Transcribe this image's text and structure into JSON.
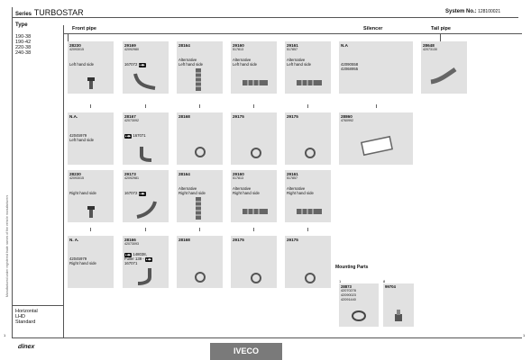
{
  "sidebar_note": "Manufactured under registered trade names of the vehicle manufacturers",
  "header": {
    "series_label": "Series",
    "series_value": "TURBOSTAR",
    "system_label": "System No.:",
    "system_value": "128100021"
  },
  "type_heading": "Type",
  "types": [
    "190-38",
    "190-42",
    "220-38",
    "240-38"
  ],
  "sections": {
    "front": "Front pipe",
    "silencer": "Silencer",
    "tail": "Tail pipe"
  },
  "rows": [
    [
      {
        "code": "28230",
        "sub": "42093015",
        "l1": "",
        "l2": "Left hand side",
        "l3": ""
      },
      {
        "code": "29169",
        "sub": "42092980",
        "l1": "",
        "l2": "167072",
        "l3": ""
      },
      {
        "code": "28164",
        "sub": "",
        "l1": "Alternative",
        "l2": "Left hand side",
        "l3": ""
      },
      {
        "code": "29160",
        "sub": "517813",
        "l1": "Alternative",
        "l2": "Left hand side",
        "l3": ""
      },
      {
        "code": "29161",
        "sub": "517857",
        "l1": "Alternative",
        "l2": "Left hand side",
        "l3": ""
      },
      {
        "code": "N.A",
        "sub": "",
        "l1": "",
        "l2": "42090558",
        "l3": "42068955"
      },
      {
        "code": "28648",
        "sub": "42073130",
        "l1": "",
        "l2": "",
        "l3": ""
      }
    ],
    [
      {
        "code": "N.A.",
        "sub": "",
        "l1": "",
        "l2": "42045979",
        "l3": "Left hand side"
      },
      {
        "code": "28167",
        "sub": "42073092",
        "l1": "",
        "l2": "167071",
        "l3": ""
      },
      {
        "code": "28168",
        "sub": "",
        "l1": "",
        "l2": "",
        "l3": ""
      },
      {
        "code": "29175",
        "sub": "",
        "l1": "",
        "l2": "",
        "l3": ""
      },
      {
        "code": "29175",
        "sub": "",
        "l1": "",
        "l2": "",
        "l3": ""
      },
      {
        "code": "28860",
        "sub": "4760992",
        "l1": "",
        "l2": "",
        "l3": ""
      }
    ],
    [
      {
        "code": "28230",
        "sub": "42093015",
        "l1": "",
        "l2": "Right hand side",
        "l3": ""
      },
      {
        "code": "29173",
        "sub": "42092981",
        "l1": "",
        "l2": "167072",
        "l3": ""
      },
      {
        "code": "28164",
        "sub": "",
        "l1": "Alternative",
        "l2": "Right hand side",
        "l3": ""
      },
      {
        "code": "29160",
        "sub": "517813",
        "l1": "Alternative",
        "l2": "Right hand side",
        "l3": ""
      },
      {
        "code": "29161",
        "sub": "517857",
        "l1": "Alternative",
        "l2": "Right hand side",
        "l3": ""
      }
    ],
    [
      {
        "code": "N. A.",
        "sub": "",
        "l1": "",
        "l2": "42045979",
        "l3": "Right hand side"
      },
      {
        "code": "28166",
        "sub": "42073093",
        "l1": "148038,",
        "l2": "Fuller 139 -",
        "l3": "167071"
      },
      {
        "code": "28168",
        "sub": "",
        "l1": "",
        "l2": "",
        "l3": ""
      },
      {
        "code": "29175",
        "sub": "",
        "l1": "",
        "l2": "",
        "l3": ""
      },
      {
        "code": "29175",
        "sub": "",
        "l1": "",
        "l2": "",
        "l3": ""
      }
    ]
  ],
  "mounting": {
    "title": "Mounting Parts",
    "items": [
      {
        "qty": "1",
        "code": "28873",
        "lines": [
          "42070278",
          "42090023",
          "42091440"
        ]
      },
      {
        "qty": "8",
        "code": "99704",
        "lines": []
      }
    ]
  },
  "bottom": [
    "Horizontal",
    "LHD",
    "Standard"
  ],
  "footer": {
    "brand": "IVECO",
    "logo": "dinex",
    "page_left": "1",
    "page_right": "1"
  }
}
